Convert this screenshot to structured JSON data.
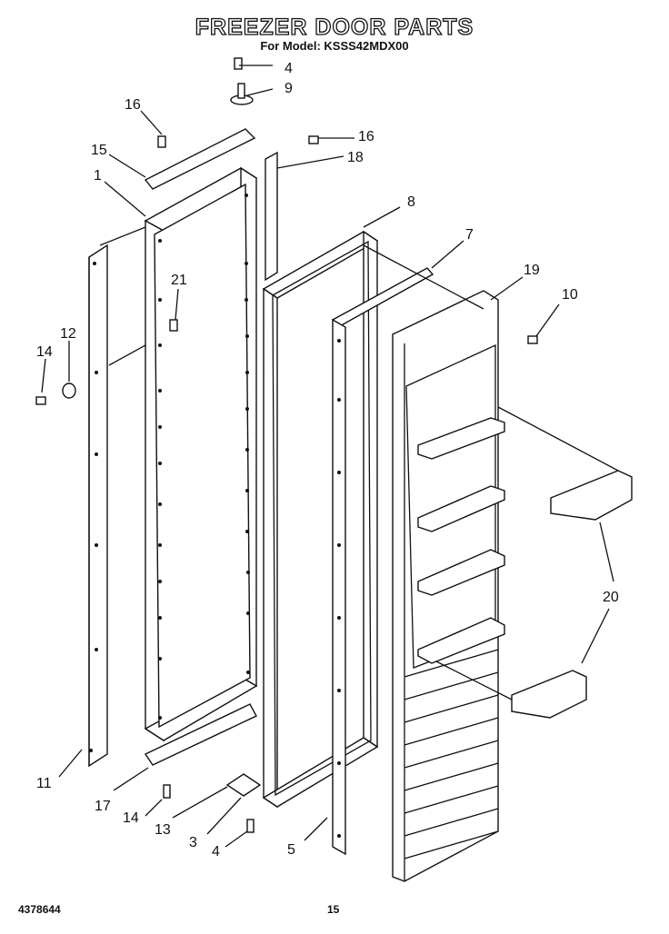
{
  "title": "FREEZER DOOR PARTS",
  "subtitle": "For Model: KSSS42MDX00",
  "footer": {
    "doc_number": "4378644",
    "page_number": "15"
  },
  "part_labels": [
    "1",
    "3",
    "4",
    "4",
    "5",
    "7",
    "8",
    "9",
    "10",
    "11",
    "12",
    "13",
    "14",
    "14",
    "15",
    "16",
    "16",
    "17",
    "18",
    "19",
    "20",
    "21"
  ]
}
